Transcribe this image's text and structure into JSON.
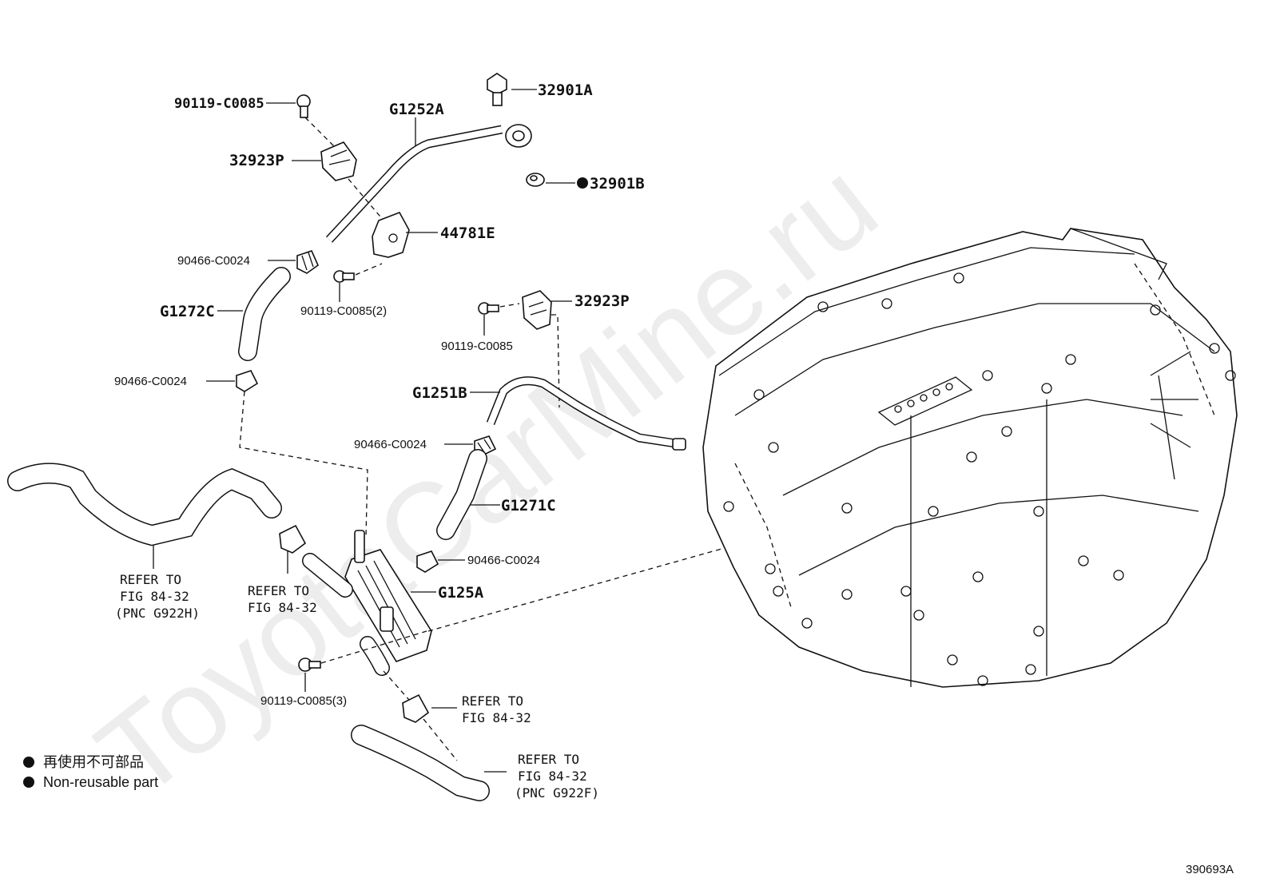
{
  "watermark": "ToyotaCarMine.ru",
  "figure_code": "390693A",
  "labels": {
    "l_90119_top": "90119-C0085",
    "l_g1252a": "G1252A",
    "l_32901a": "32901A",
    "l_32923p_top": "32923P",
    "l_32901b": "32901B",
    "l_44781e": "44781E",
    "l_90466_a": "90466-C0024",
    "l_90119_2": "90119-C0085(2)",
    "l_g1272c": "G1272C",
    "l_32923p_mid": "32923P",
    "l_90119_mid": "90119-C0085",
    "l_90466_b": "90466-C0024",
    "l_g1251b": "G1251B",
    "l_90466_c": "90466-C0024",
    "l_g1271c": "G1271C",
    "l_90466_d": "90466-C0024",
    "l_g125a": "G125A",
    "l_90119_3": "90119-C0085(3)"
  },
  "refs": {
    "ref_left": [
      "REFER TO",
      "FIG 84-32",
      "(PNC G922H)"
    ],
    "ref_mid": [
      "REFER TO",
      "FIG 84-32"
    ],
    "ref_low": [
      "REFER TO",
      "FIG 84-32"
    ],
    "ref_bottom": [
      "REFER TO",
      "FIG 84-32",
      "(PNC G922F)"
    ]
  },
  "legend": {
    "jp": "再使用不可部品",
    "en": "Non-reusable part"
  }
}
